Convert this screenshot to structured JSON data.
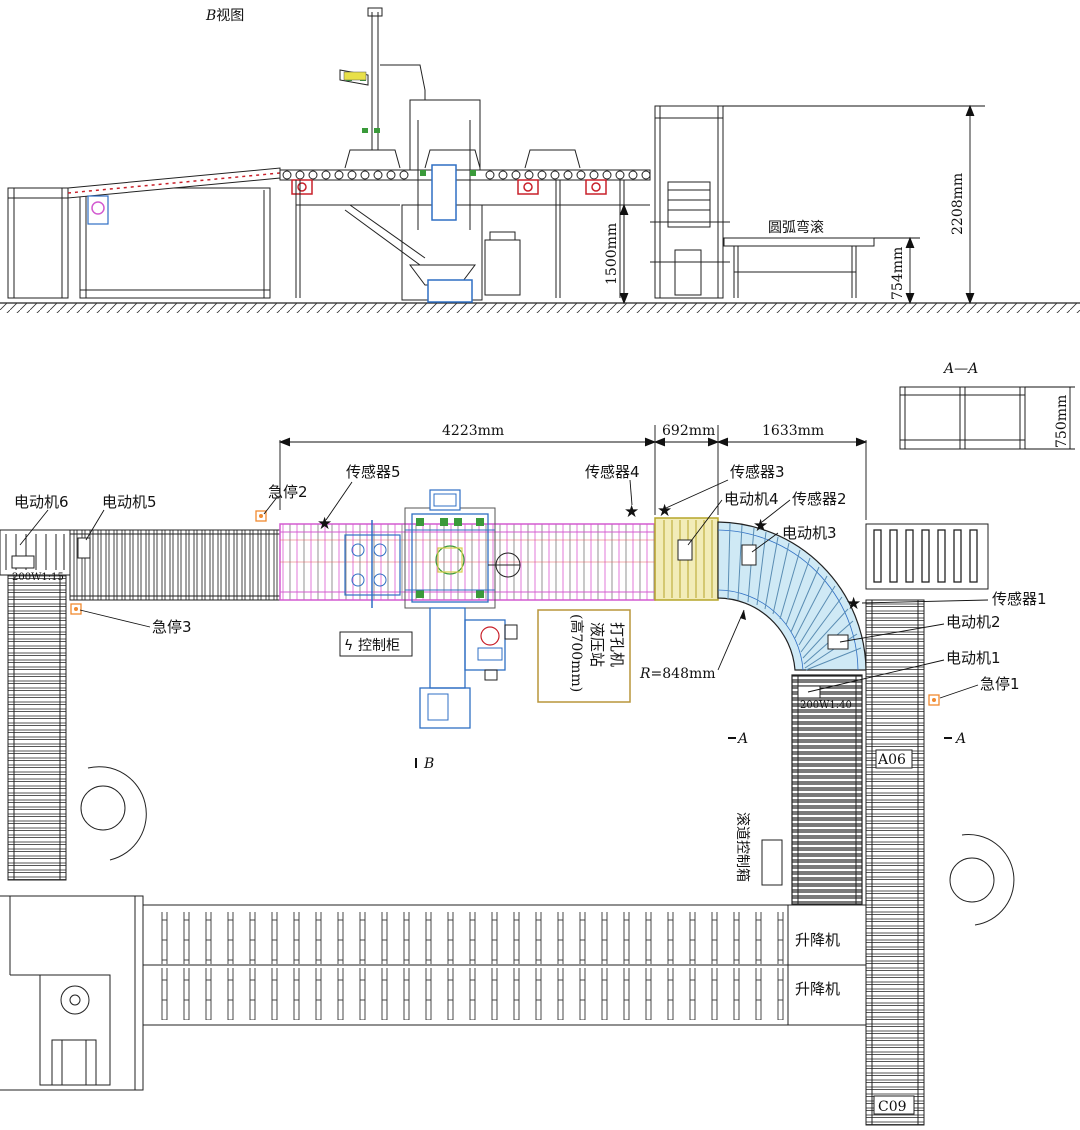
{
  "view_b": {
    "title_italic": "B",
    "title": "视图"
  },
  "side": {
    "arc_roller_label": "圆弧弯滚",
    "dim_2208": "2208mm",
    "dim_1500": "1500mm",
    "dim_754": "754mm"
  },
  "section": {
    "title": "A—A",
    "dim_750": "750mm"
  },
  "plan": {
    "dim_4223": "4223mm",
    "dim_692": "692mm",
    "dim_1633": "1633mm",
    "radius_italic": "R",
    "radius_value": "=848mm",
    "control_cabinet": "控制柜",
    "drill_box": [
      "打孔机",
      "液压站",
      "(高700mm)"
    ],
    "roller_control": "滚道控制箱",
    "motor_tag_1": "200W1:40",
    "motor_tag_6": "200W1:15",
    "b_marker": "B",
    "a_marker": "A",
    "a_marker_right": "A",
    "station_a06": "A06",
    "station_c09": "C09",
    "lift_1": "升降机",
    "lift_2": "升降机"
  },
  "labels": {
    "motor6": "电动机6",
    "motor5": "电动机5",
    "motor4": "电动机4",
    "motor3": "电动机3",
    "motor2": "电动机2",
    "motor1": "电动机1",
    "sensor5": "传感器5",
    "sensor4": "传感器4",
    "sensor3": "传感器3",
    "sensor2": "传感器2",
    "sensor1": "传感器1",
    "estop2": "急停2",
    "estop3": "急停3",
    "estop1": "急停1"
  },
  "colors": {
    "pink_conveyor": "#d35bd0",
    "blue_machine": "#2f6fc4",
    "olive_section": "#b5a52a",
    "light_blue_curve": "#9ed3ea",
    "red_motor": "#c8202a",
    "orange_estop": "#f08a30",
    "box_border": "#b8953a",
    "green_parts": "#3a9a3a"
  }
}
